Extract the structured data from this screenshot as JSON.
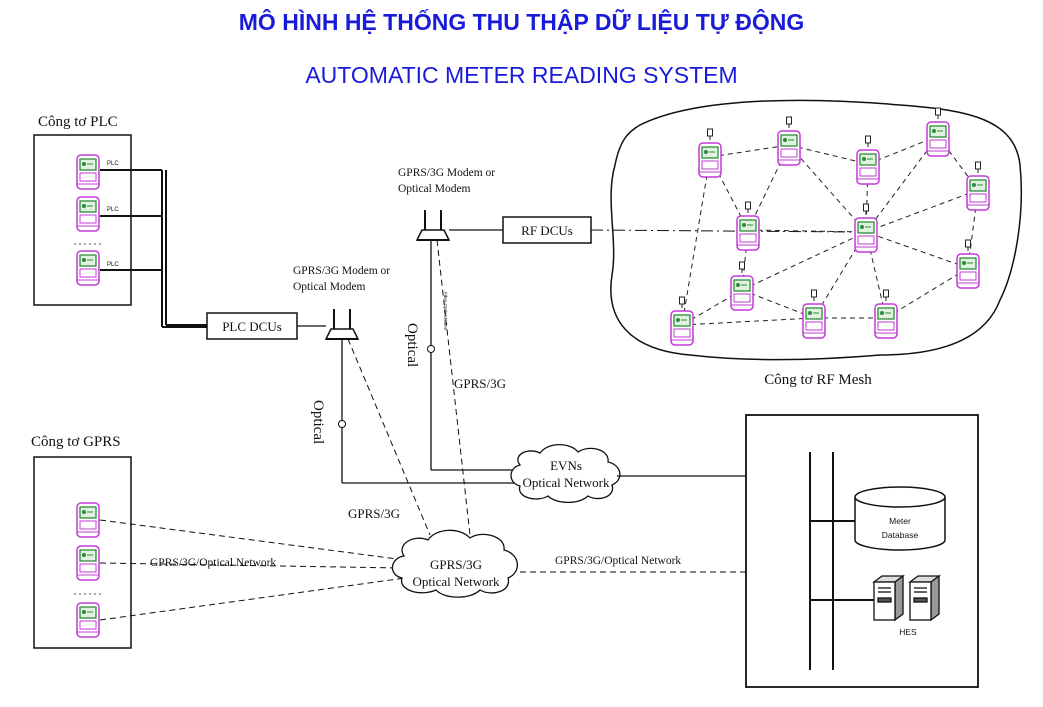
{
  "title": "MÔ HÌNH HỆ THỐNG THU THẬP DỮ LIỆU TỰ ĐỘNG",
  "subtitle": "AUTOMATIC METER READING SYSTEM",
  "groups": {
    "plc_meters": "Công tơ PLC",
    "gprs_meters": "Công tơ GPRS",
    "rf_mesh_meters": "Công tơ RF Mesh"
  },
  "meter_tag": "PLC",
  "devices": {
    "plc_dcu": "PLC DCUs",
    "rf_dcu": "RF DCUs",
    "modem_left_line1": "GPRS/3G Modem or",
    "modem_left_line2": "Optical Modem",
    "modem_top_line1": "GPRS/3G Modem or",
    "modem_top_line2": "Optical Modem"
  },
  "networks": {
    "evn_line1": "EVNs",
    "evn_line2": "Optical Network",
    "gprs_line1": "GPRS/3G",
    "gprs_line2": "Optical Network"
  },
  "links": {
    "optical_vertical_1": "Optical",
    "optical_vertical_2": "Optical",
    "gprs_link_1": "GPRS/3G",
    "gprs_link_2": "GPRS/3G",
    "gprs_optical_left": "GPRS/3G/Optical Network",
    "gprs_optical_right": "GPRS/3G/Optical Network",
    "tiny_label": "Fiber Optic Modem"
  },
  "server": {
    "meter_db_line1": "Meter",
    "meter_db_line2": "Database",
    "hes": "HES"
  },
  "colors": {
    "title": "#1a1adb",
    "meter_outline": "#c23bd6",
    "meter_screen": "#2e8b3a",
    "line": "#111111"
  }
}
